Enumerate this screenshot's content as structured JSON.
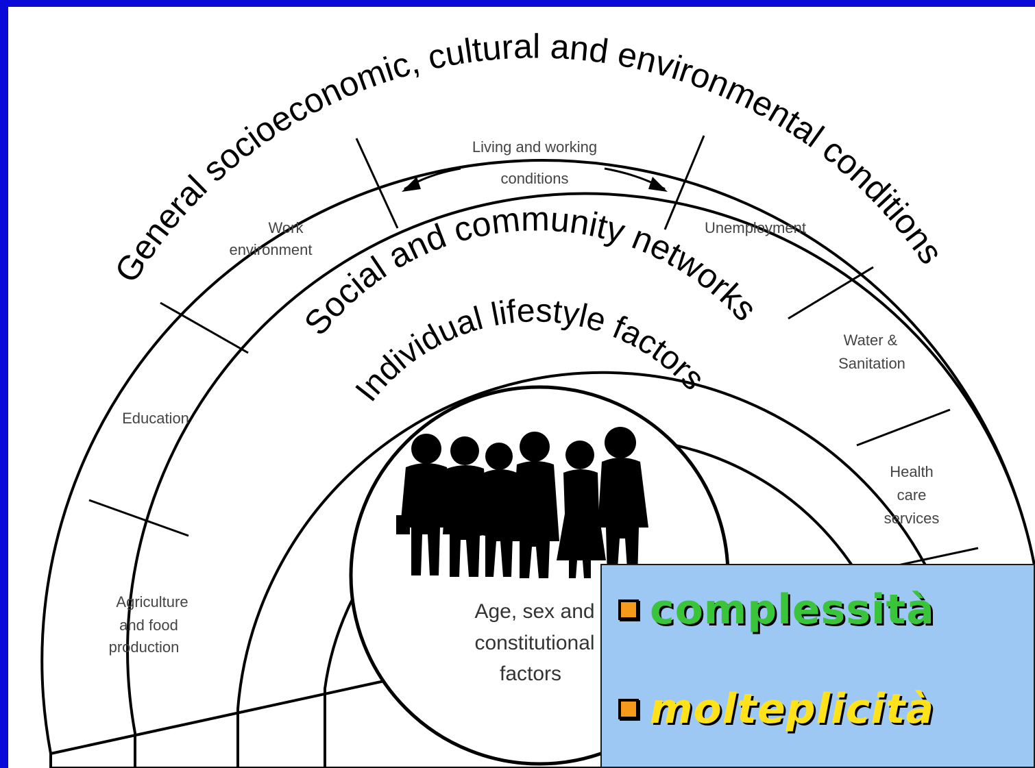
{
  "diagram": {
    "outer_arc": "General socioeconomic, cultural and environmental conditions",
    "top_section": "Living and working conditions",
    "top_section_line1": "Living and working",
    "top_section_line2": "conditions",
    "social_ring": "Social and community networks",
    "individual_ring": "Individual lifestyle factors",
    "core_line1": "Age, sex and",
    "core_line2": "constitutional",
    "core_line3": "factors",
    "sections": {
      "work_line1": "Work",
      "work_line2": "environment",
      "education": "Education",
      "agriculture_line1": "Agriculture",
      "agriculture_line2": "and food",
      "agriculture_line3": "production",
      "unemployment": "Unemployment",
      "water_line1": "Water &",
      "water_line2": "Sanitation",
      "health_line1": "Health",
      "health_line2": "care",
      "health_line3": "services"
    }
  },
  "callout": {
    "item1": "complessità",
    "item2": "molteplicità"
  },
  "colors": {
    "frame": "#0a0ad8",
    "callout_bg": "#9dc8f4",
    "bullet": "#f59a1a",
    "item1": "#39c43a",
    "item2": "#ffe21a"
  }
}
